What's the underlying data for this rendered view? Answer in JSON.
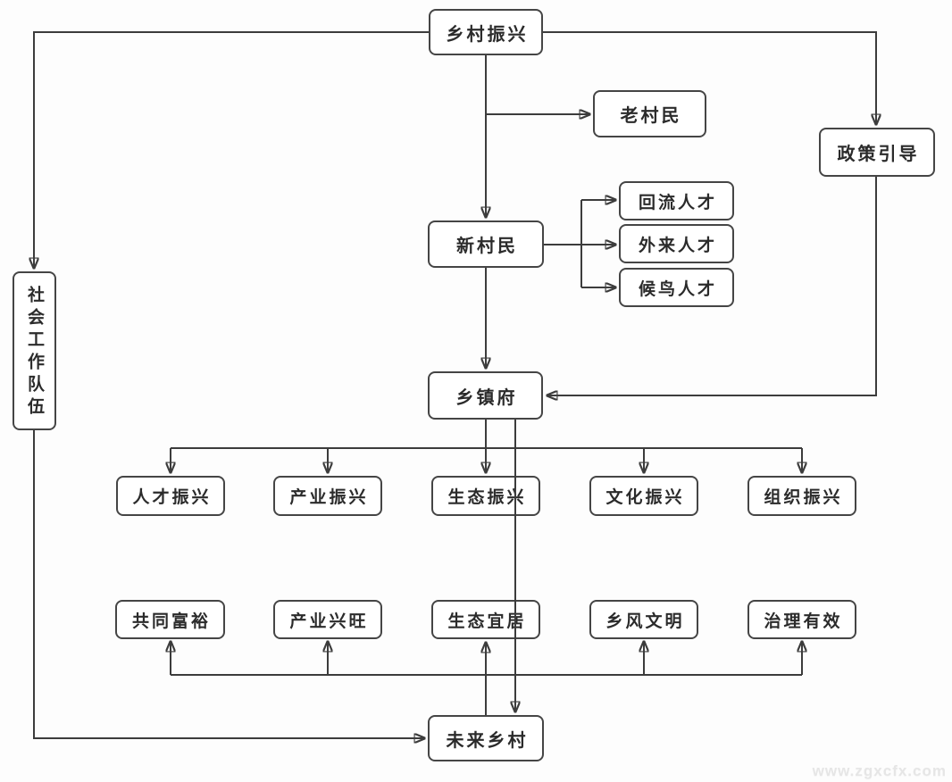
{
  "diagram": {
    "title_implicit": "乡村振兴流程图",
    "nodes": {
      "xczx": {
        "label": "乡村振兴"
      },
      "lcm": {
        "label": "老村民"
      },
      "zcyd": {
        "label": "政策引导"
      },
      "xcm": {
        "label": "新村民"
      },
      "hlrc": {
        "label": "回流人才"
      },
      "wlrc": {
        "label": "外来人才"
      },
      "hnrc": {
        "label": "候鸟人才"
      },
      "shgzdw": {
        "label": "社会工作队伍"
      },
      "xzf": {
        "label": "乡镇府"
      },
      "rczx": {
        "label": "人才振兴"
      },
      "cyzx": {
        "label": "产业振兴"
      },
      "stzx": {
        "label": "生态振兴"
      },
      "whzx": {
        "label": "文化振兴"
      },
      "zzzx": {
        "label": "组织振兴"
      },
      "gtfy": {
        "label": "共同富裕"
      },
      "cyxw": {
        "label": "产业兴旺"
      },
      "styj": {
        "label": "生态宜居"
      },
      "xfwm": {
        "label": "乡风文明"
      },
      "zlyx": {
        "label": "治理有效"
      },
      "wlxc": {
        "label": "未来乡村"
      }
    },
    "edges": [
      {
        "from": "乡村振兴",
        "to": "社会工作队伍"
      },
      {
        "from": "乡村振兴",
        "to": "政策引导"
      },
      {
        "from": "乡村振兴",
        "to": "老村民"
      },
      {
        "from": "乡村振兴",
        "to": "新村民"
      },
      {
        "from": "新村民",
        "to": "回流人才"
      },
      {
        "from": "新村民",
        "to": "外来人才"
      },
      {
        "from": "新村民",
        "to": "候鸟人才"
      },
      {
        "from": "新村民",
        "to": "乡镇府"
      },
      {
        "from": "政策引导",
        "to": "乡镇府"
      },
      {
        "from": "乡镇府",
        "to": "人才振兴"
      },
      {
        "from": "乡镇府",
        "to": "产业振兴"
      },
      {
        "from": "乡镇府",
        "to": "生态振兴"
      },
      {
        "from": "乡镇府",
        "to": "文化振兴"
      },
      {
        "from": "乡镇府",
        "to": "组织振兴"
      },
      {
        "from": "乡镇府",
        "to": "未来乡村"
      },
      {
        "from": "未来乡村",
        "to": "共同富裕"
      },
      {
        "from": "未来乡村",
        "to": "产业兴旺"
      },
      {
        "from": "未来乡村",
        "to": "生态宜居"
      },
      {
        "from": "未来乡村",
        "to": "乡风文明"
      },
      {
        "from": "未来乡村",
        "to": "治理有效"
      },
      {
        "from": "社会工作队伍",
        "to": "未来乡村"
      }
    ],
    "colors": {
      "line": "#3c3c3c",
      "node_border": "#454545",
      "node_fill": "#ffffff",
      "text": "#2b2b2b",
      "watermark": "#e6e6e6"
    },
    "watermark": "www.zgxcfx.com"
  }
}
